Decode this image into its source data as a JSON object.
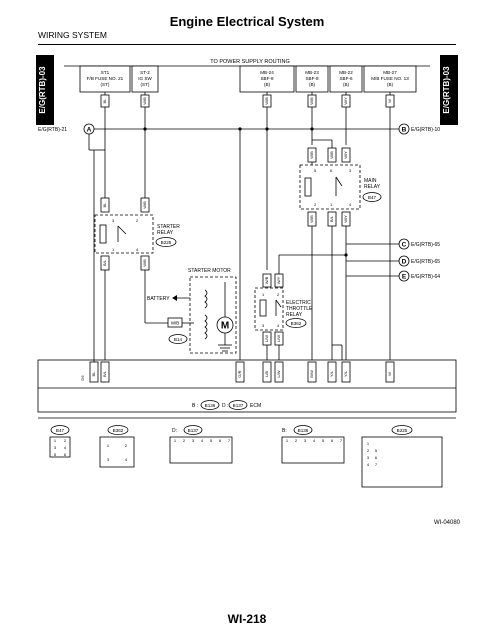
{
  "header": {
    "title": "Engine Electrical System",
    "section": "WIRING SYSTEM"
  },
  "side_tabs": {
    "left": "E/G(RTB)-03",
    "right": "E/G(RTB)-03"
  },
  "supply": {
    "heading": "TO POWER SUPPLY ROUTING",
    "fuses": [
      {
        "l1": "ST1",
        "l2": "F/B FUSE NO. 21",
        "l3": "(ST)"
      },
      {
        "l1": "ST-2",
        "l2": "IG SW",
        "l3": "(ST)"
      },
      {
        "l1": "MB-24",
        "l2": "SBF-8",
        "l3": "(B)"
      },
      {
        "l1": "MB-23",
        "l2": "SBF-8",
        "l3": "(B)"
      },
      {
        "l1": "MB-22",
        "l2": "SBF-6",
        "l3": "(B)"
      },
      {
        "l1": "MB-27",
        "l2": "M/B FUSE NO. 13",
        "l3": "(B)"
      }
    ],
    "top_wires": [
      "BL",
      "W/B",
      "W/B",
      "W/B",
      "W/Y",
      "W"
    ]
  },
  "connectors": {
    "a_label": "E/G(RTB)-21",
    "a_letter": "A",
    "b_letter": "B",
    "b_label": "E/G(RTB)-10",
    "c_letter": "C",
    "c_label": "E/G(RTB)-65",
    "d_letter": "D",
    "d_label": "E/G(RTB)-65",
    "e_letter": "E",
    "e_label": "E/G(RTB)-64"
  },
  "starter_relay": {
    "lines": [
      "STARTER",
      "RELAY"
    ],
    "ref": "B225",
    "wires": [
      "BL",
      "W/B",
      "B/L",
      "W/B"
    ],
    "pins": [
      "3",
      "2",
      "1",
      "4"
    ]
  },
  "main_relay": {
    "lines": [
      "MAIN",
      "RELAY"
    ],
    "ref": "B47",
    "wires": [
      "W/B",
      "W/B",
      "W/Y",
      "W/B",
      "B/L",
      "W/Y"
    ],
    "pins": [
      "5",
      "6",
      "3",
      "2",
      "1",
      "4"
    ]
  },
  "etc_relay": {
    "lines": [
      "ELECTRIC",
      "THROTTLE",
      "RELAY"
    ],
    "ref": "B362",
    "wires": [
      "W/B",
      "W/Y",
      "L/W",
      "L/W"
    ],
    "pins": [
      "1",
      "2",
      "3",
      "4"
    ]
  },
  "starter_motor": {
    "label": "STARTER MOTOR",
    "battery": "BATTERY",
    "terminal": "W/B",
    "ref": "B14",
    "motor": "M"
  },
  "ecm": {
    "prefix_b": "B :",
    "ref_b": "B136",
    "prefix_d": "D :",
    "ref_d": "B137",
    "suffix": "ECM",
    "pins": [
      {
        "id": "D6",
        "w": "BL"
      },
      {
        "id": "B1",
        "w": "B/L"
      },
      {
        "id": "B9",
        "w": "G/R"
      },
      {
        "id": "D8",
        "w": "L/B"
      },
      {
        "id": "B9",
        "w": "L/W"
      },
      {
        "id": "B10",
        "w": "B/W"
      },
      {
        "id": "B8",
        "w": "Y/L"
      },
      {
        "id": "B8",
        "w": "Y/L"
      },
      {
        "id": "D10",
        "w": "W"
      }
    ]
  },
  "legend": {
    "b47": {
      "ref": "B47",
      "pins": [
        "1",
        "2",
        "3",
        "4",
        "5",
        "6"
      ]
    },
    "b362": {
      "ref": "B362",
      "pins": [
        "1",
        "2",
        "3",
        "4"
      ]
    },
    "b137": {
      "prefix": "D:",
      "ref": "B137",
      "pins": [
        "1",
        "2",
        "3",
        "4",
        "5",
        "6",
        "7"
      ]
    },
    "b136": {
      "prefix": "B:",
      "ref": "B136",
      "pins": [
        "1",
        "2",
        "3",
        "4",
        "5",
        "6",
        "7"
      ]
    },
    "b225": {
      "ref": "B225",
      "pins": [
        "1",
        "2",
        "3",
        "4",
        "5",
        "6",
        "7"
      ]
    }
  },
  "figure_code": "WI-04080",
  "page": "WI-218",
  "colors": {
    "line": "#000000",
    "tab_fill": "#000000",
    "tab_text": "#ffffff",
    "grid_fill": "#d6d6d6"
  }
}
